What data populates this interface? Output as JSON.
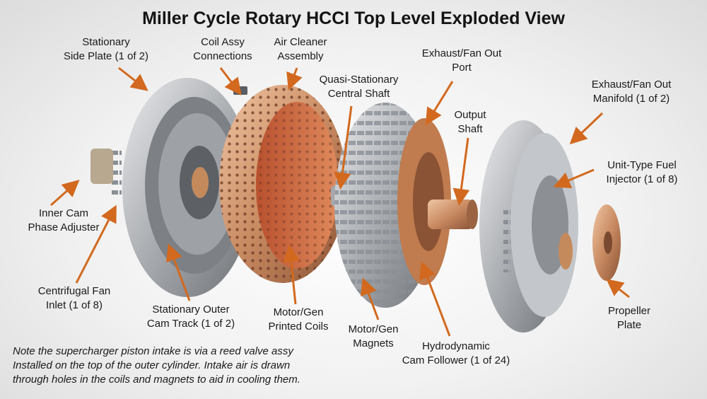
{
  "title": "Miller Cycle Rotary HCCI Top Level Exploded View",
  "labels": {
    "side_plate": [
      "Stationary",
      "Side Plate (1 of 2)"
    ],
    "coil_assy": [
      "Coil Assy",
      "Connections"
    ],
    "air_cleaner": [
      "Air Cleaner",
      "Assembly"
    ],
    "quasi_shaft": [
      "Quasi-Stationary",
      "Central Shaft"
    ],
    "exhaust_port": [
      "Exhaust/Fan Out",
      "Port"
    ],
    "output_shaft": [
      "Output",
      "Shaft"
    ],
    "exhaust_manifold": [
      "Exhaust/Fan Out",
      "Manifold (1 of 2)"
    ],
    "fuel_injector": [
      "Unit-Type Fuel",
      "Injector (1 of 8)"
    ],
    "inner_cam": [
      "Inner Cam",
      "Phase Adjuster"
    ],
    "fan_inlet": [
      "Centrifugal Fan",
      "Inlet (1 of 8)"
    ],
    "outer_cam": [
      "Stationary Outer",
      "Cam Track (1 of 2)"
    ],
    "printed_coils": [
      "Motor/Gen",
      "Printed Coils"
    ],
    "magnets": [
      "Motor/Gen",
      "Magnets"
    ],
    "cam_follower": [
      "Hydrodynamic",
      "Cam Follower (1 of 24)"
    ],
    "propeller": [
      "Propeller",
      "Plate"
    ]
  },
  "note": [
    "Note the supercharger piston intake is via a reed valve assy",
    "Installed on the top of the outer cylinder. Intake air is drawn",
    "through holes in the coils and magnets to aid in cooling them."
  ],
  "colors": {
    "arrow": "#d2691e",
    "copper": "#c8845a",
    "steel": "#b9bcc0",
    "title": "#141414"
  }
}
